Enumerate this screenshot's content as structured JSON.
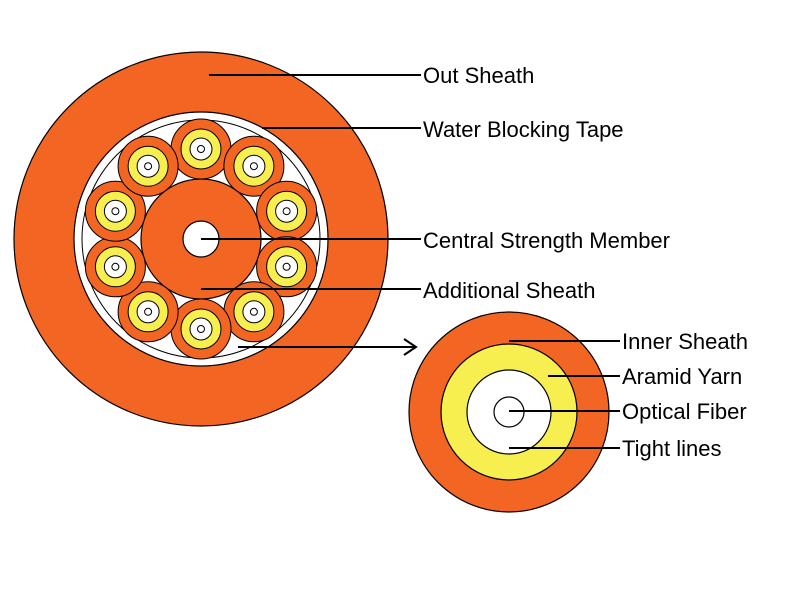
{
  "labels": {
    "out_sheath": "Out Sheath",
    "water_blocking_tape": "Water Blocking Tape",
    "central_strength_member": "Central Strength Member",
    "additional_sheath": "Additional Sheath",
    "inner_sheath": "Inner Sheath",
    "aramid_yarn": "Aramid Yarn",
    "optical_fiber": "Optical Fiber",
    "tight_lines": "Tight lines"
  },
  "colors": {
    "sheath": "#f26522",
    "yarn": "#f7ef4f",
    "fiber_buffer": "#ffffff",
    "line": "#000000"
  },
  "subunit_count": 10
}
